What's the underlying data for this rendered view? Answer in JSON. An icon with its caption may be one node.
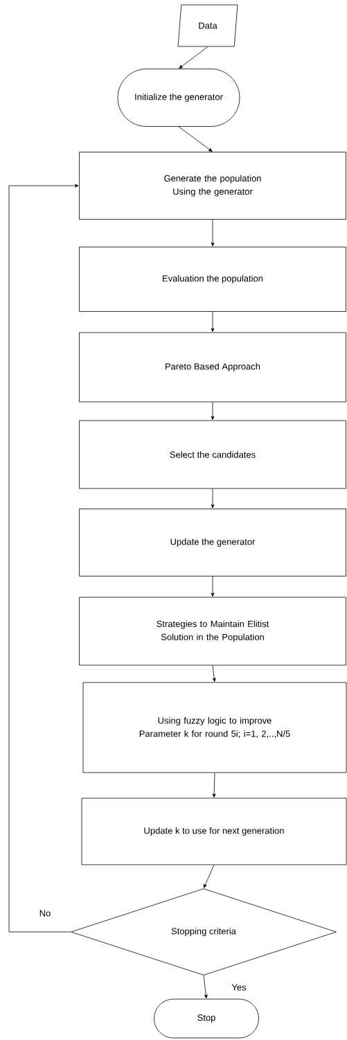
{
  "diagram": {
    "nodes": [
      {
        "text": [
          "Data"
        ]
      },
      {
        "text": [
          "Initialize the generator"
        ]
      },
      {
        "text": [
          "Generate the population Using the generator"
        ]
      },
      {
        "text": [
          "Evaluation the population"
        ]
      },
      {
        "text": [
          "Pareto Based Approach"
        ]
      },
      {
        "text": [
          "Select the candidates"
        ]
      },
      {
        "text": [
          "Update the generator"
        ]
      },
      {
        "text": [
          "Strategies to Maintain Elitist Solution in the Population"
        ]
      },
      {
        "text": [
          "Using fuzzy logic to improve Parameter k for round 5i; i=1, 2,..,N/5"
        ]
      },
      {
        "text": [
          "Update k to use for next generation"
        ]
      },
      {
        "text": [
          "Stopping criteria"
        ]
      },
      {
        "text": [
          "Stop"
        ]
      }
    ],
    "edges": [
      {
        "from": 0,
        "to": 1,
        "arrow": "to"
      },
      {
        "from": 1,
        "to": 2,
        "arrow": "to"
      },
      {
        "from": 2,
        "to": 3,
        "arrow": "to"
      },
      {
        "from": 3,
        "to": 4,
        "arrow": "to"
      },
      {
        "from": 4,
        "to": 5,
        "arrow": "to"
      },
      {
        "from": 5,
        "to": 6,
        "arrow": "to"
      },
      {
        "from": 6,
        "to": 7,
        "arrow": "to"
      },
      {
        "from": 7,
        "to": 8,
        "arrow": "to"
      },
      {
        "from": 8,
        "to": 9,
        "arrow": "to"
      },
      {
        "from": 9,
        "to": 10,
        "arrow": "to"
      },
      {
        "from": 10,
        "to": 11,
        "arrow": "to",
        "label": "Yes"
      },
      {
        "from": 10,
        "to": 2,
        "arrow": "to",
        "label": "No"
      }
    ]
  }
}
